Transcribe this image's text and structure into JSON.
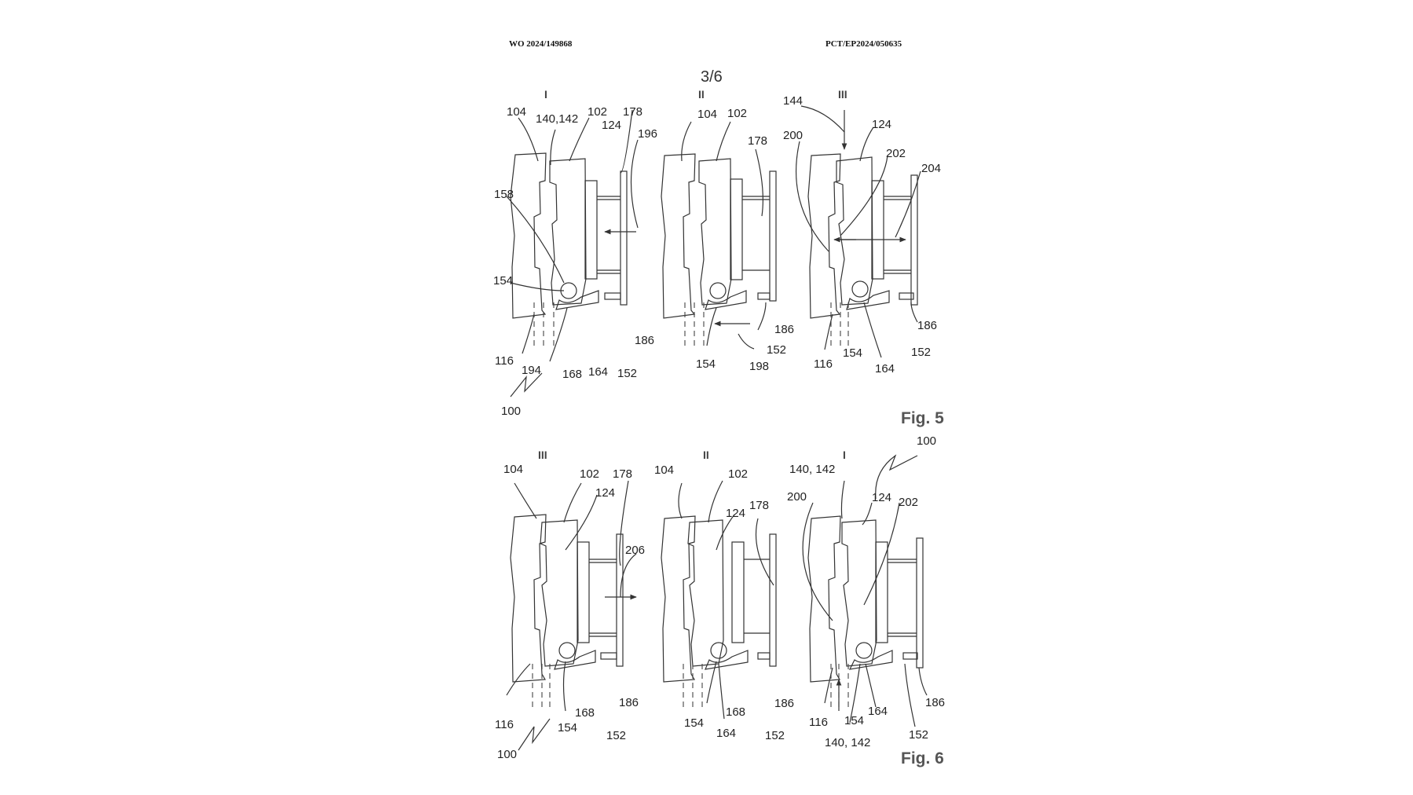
{
  "header": {
    "left": "WO 2024/149868",
    "right": "PCT/EP2024/050635"
  },
  "page_number": "3/6",
  "figures": [
    {
      "caption": "Fig. 5",
      "panels": [
        {
          "position": "I",
          "labels": [
            "104",
            "140,142",
            "102",
            "178",
            "124",
            "196",
            "158",
            "154",
            "116",
            "194",
            "168",
            "164",
            "152",
            "186",
            "100"
          ]
        },
        {
          "position": "II",
          "labels": [
            "104",
            "102",
            "178",
            "154",
            "186",
            "152",
            "198"
          ]
        },
        {
          "position": "III",
          "labels": [
            "144",
            "124",
            "200",
            "202",
            "204",
            "116",
            "154",
            "164",
            "152",
            "186"
          ]
        }
      ]
    },
    {
      "caption": "Fig. 6",
      "panels": [
        {
          "position": "III",
          "labels": [
            "104",
            "102",
            "178",
            "124",
            "206",
            "116",
            "154",
            "168",
            "152",
            "186",
            "100"
          ]
        },
        {
          "position": "II",
          "labels": [
            "104",
            "102",
            "124",
            "178",
            "154",
            "164",
            "168",
            "152",
            "186"
          ]
        },
        {
          "position": "I",
          "labels": [
            "100",
            "140, 142",
            "200",
            "124",
            "202",
            "116",
            "154",
            "140, 142",
            "164",
            "152",
            "186"
          ]
        }
      ]
    }
  ],
  "style": {
    "line_color": "#333333",
    "hatch_color": "#444444",
    "background": "#ffffff"
  }
}
